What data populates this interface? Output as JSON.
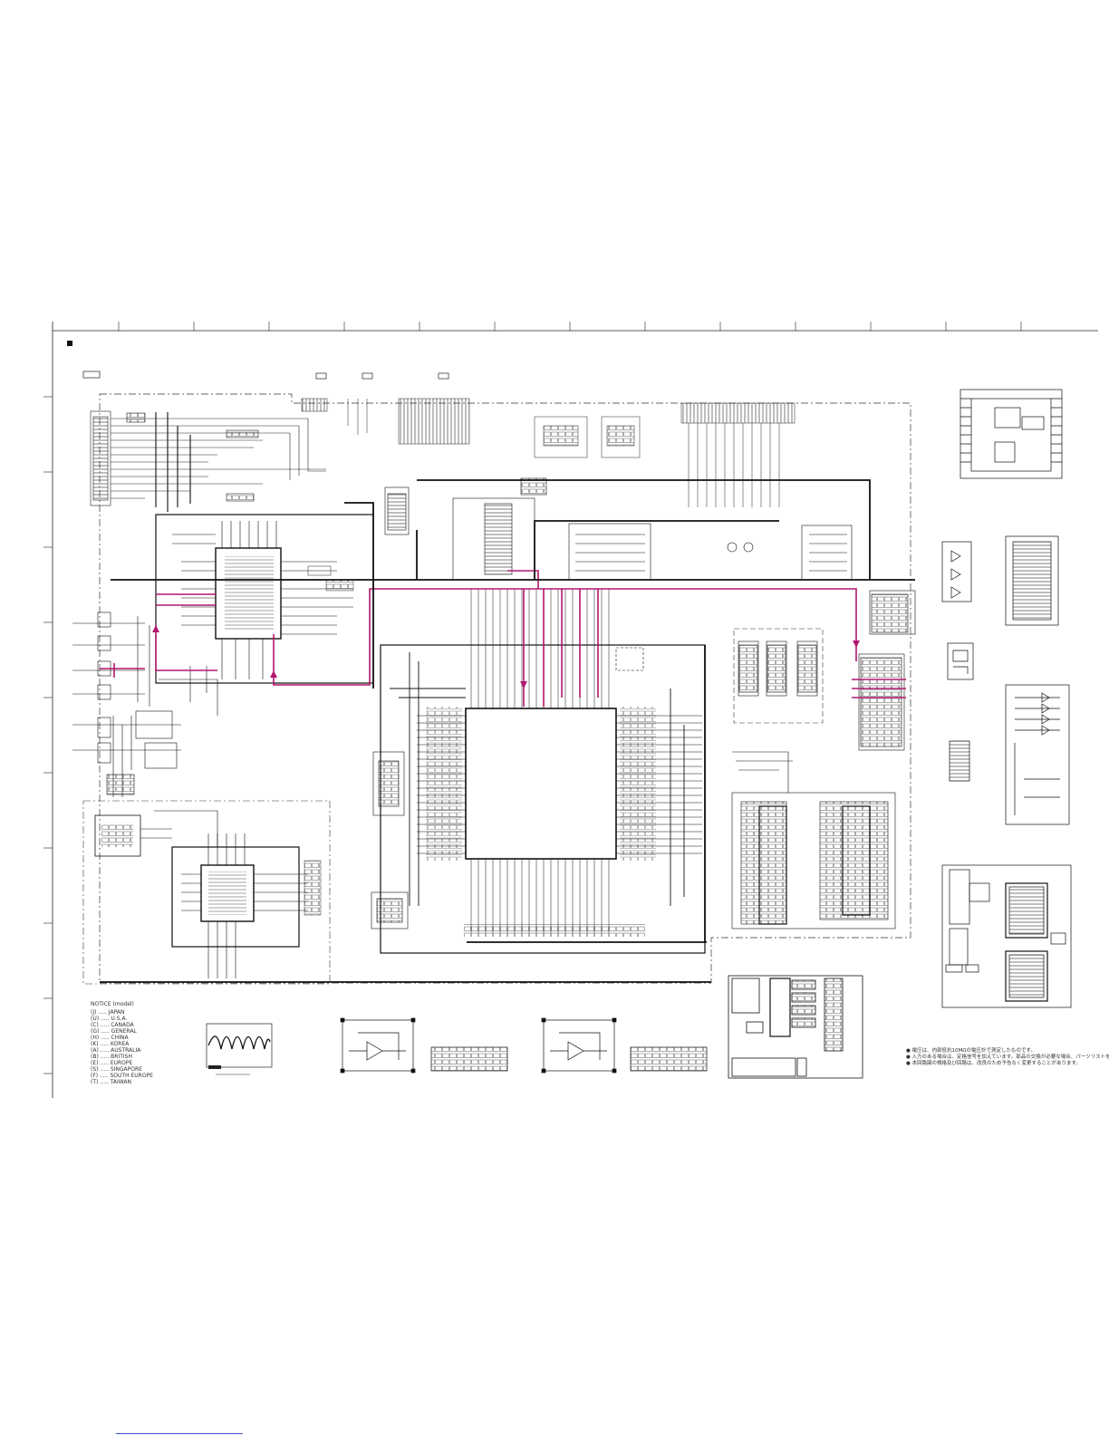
{
  "notes_legend": {
    "title": "NOTICE (model)",
    "entries": [
      "(J) ..... JAPAN",
      "(U) ..... U.S.A.",
      "(C) ..... CANADA",
      "(G) ..... GENERAL",
      "(H) ..... CHINA",
      "(K) ..... KOREA",
      "(A) ..... AUSTRALIA",
      "(B) ..... BRITISH",
      "(E) ..... EUROPE",
      "(S) ..... SINGAPORE",
      "(F) ..... SOUTH EUROPE",
      "(T) ..... TAIWAN"
    ]
  },
  "japanese_notes": [
    "● 電圧は、内部抵抗10MΩの電圧計で測定したものです。",
    "● 入力のある場合は、定格信号を加えています。部品の交換が必要な場合、パーツリストを参照してください。",
    "● 本回路図の規格及び回路は、改良のため予告なく変更することがあります。"
  ],
  "colors": {
    "wire": "#111111",
    "signal_path": "#b0176e",
    "dashed_border": "#333333",
    "link": "#3a4fd0"
  }
}
